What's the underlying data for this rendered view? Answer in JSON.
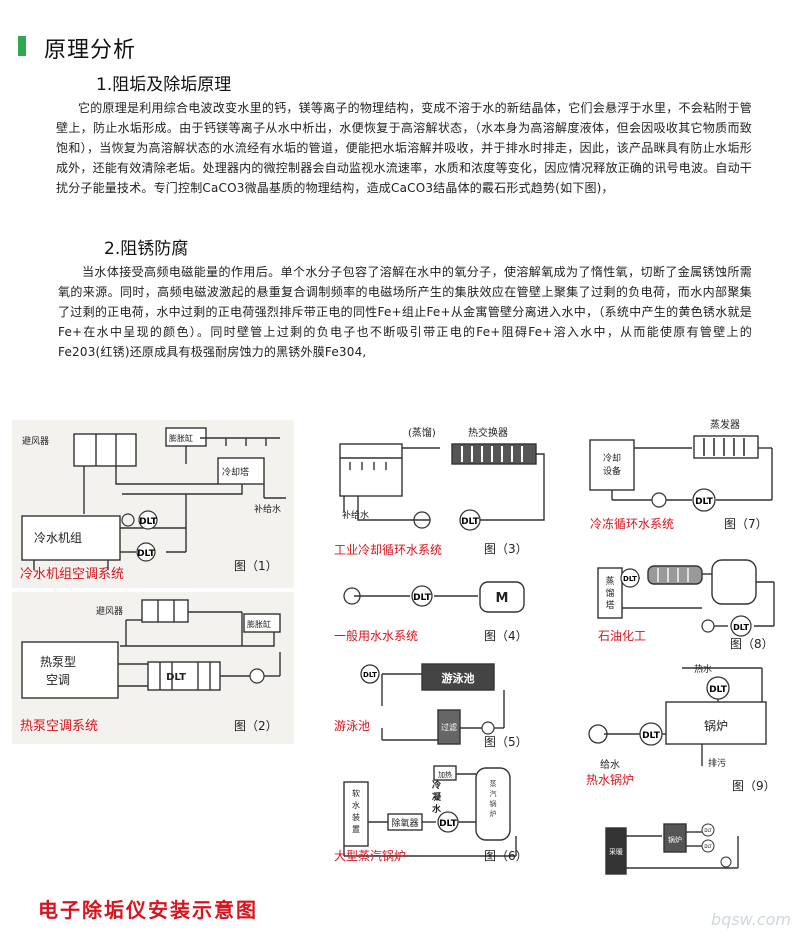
{
  "header": {
    "title": "原理分析",
    "section1": "1.阻垢及除垢原理",
    "para1": "它的原理是利用综合电波改变水里的钙，镁等离子的物理结构，变成不溶于水的新结晶体，它们会悬浮于水里，不会粘附于管壁上，防止水垢形成。由于钙镁等离子从水中析出，水便恢复于高溶解状态，（水本身为高溶解度液体，但会因吸收其它物质而致饱和），当恢复为高溶解状态的水流经有水垢的管道，便能把水垢溶解并吸收，并于排水时排走，因此，该产品眯具有防止水垢形成外，还能有效清除老垢。处理器内的微控制器会自动监视水流速率，水质和浓度等变化，因应情况释放正确的讯号电波。自动干扰分子能量技术。专门控制CaCO3微晶基质的物理结构，造成CaCO3结晶体的霰石形式趋势(如下图)，",
    "section2": "2.阻锈防腐",
    "para2": "当水体接受高频电磁能量的作用后。单个水分子包容了溶解在水中的氧分子，使溶解氧成为了惰性氧，切断了金属锈蚀所需氧的来源。同时，高频电磁波激起的悬重复合调制频率的电磁场所产生的集肤效应在管壁上聚集了过剩的负电荷，而水内部聚集了过剩的正电荷，水中过剩的正电荷强烈排斥带正电的同性Fe+组止Fe+从金寓管壁分离进入水中，（系统中产生的黄色锈水就是Fe+在水中呈现的颜色）。同时壁管上过剩的负电子也不断吸引带正电的Fe+阻碍Fe+溶入水中，从而能使原有管壁上的Fe203(红锈)还原成具有极强耐房蚀力的黑锈外膜Fe304,"
  },
  "dlt": "DLT",
  "d1": {
    "vent": "避风器",
    "tank": "膨胀缸",
    "tower": "冷却塔",
    "makeup": "补给水",
    "chiller": "冷水机组",
    "caption": "冷水机组空调系统",
    "fig": "图（1）"
  },
  "d2": {
    "vent": "避风器",
    "tank": "膨胀缸",
    "unit1": "热泵型",
    "unit2": "空调",
    "caption": "热泵空调系统",
    "fig": "图（2）"
  },
  "d3": {
    "steam": "(蒸馏)",
    "hx": "热交换器",
    "makeup": "补给水",
    "caption": "工业冷却循环水系统",
    "fig": "图（3）"
  },
  "d4": {
    "motor": "M",
    "caption": "一般用水水系统",
    "fig": "图（4）"
  },
  "d5": {
    "pool": "游泳池",
    "filter": "过滤",
    "caption": "游泳池",
    "fig": "图（5）"
  },
  "d6": {
    "soft": [
      "软",
      "水",
      "装",
      "置"
    ],
    "deox": "除氧器",
    "cond": [
      "冷",
      "凝",
      "水"
    ],
    "heater": "加热",
    "boiler": [
      "蒸",
      "汽",
      "锅",
      "炉"
    ],
    "caption": "大型蒸汽锅炉",
    "fig": "图（6）"
  },
  "d7": {
    "evap": "蒸发器",
    "cool1": "冷却",
    "cool2": "设备",
    "caption": "冷冻循环水系统",
    "fig": "图（7）"
  },
  "d8": {
    "tower": [
      "蒸",
      "馏",
      "塔"
    ],
    "caption": "石油化工",
    "fig": "图（8）"
  },
  "d9": {
    "hot": "热水",
    "feed": "给水",
    "boiler": "锅炉",
    "drain": "排污",
    "caption": "热水锅炉",
    "fig": "图（9）"
  },
  "d10": {
    "dev": "采暖",
    "boiler": "锅炉"
  },
  "footer": "电子除垢仪安装示意图",
  "watermark": "bqsw.com",
  "colors": {
    "accent_green": "#2fa84f",
    "caption_red": "#d9141e"
  }
}
